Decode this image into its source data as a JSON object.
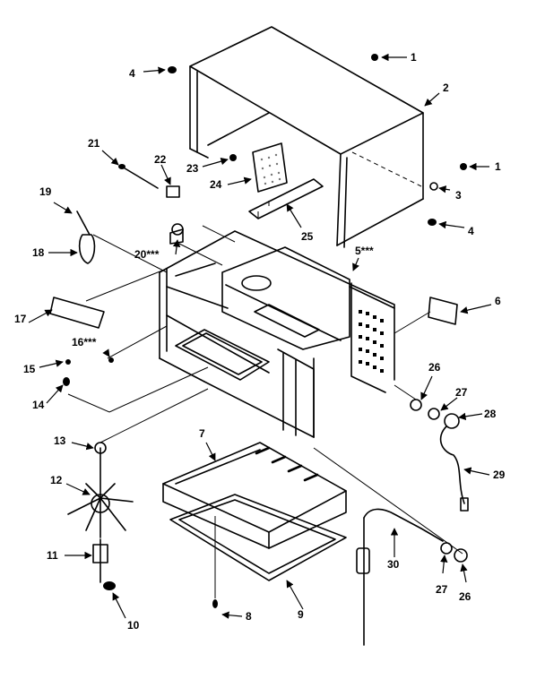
{
  "callouts": [
    {
      "id": "p1a",
      "text": "1"
    },
    {
      "id": "p1b",
      "text": "1"
    },
    {
      "id": "p2",
      "text": "2"
    },
    {
      "id": "p3",
      "text": "3"
    },
    {
      "id": "p4a",
      "text": "4"
    },
    {
      "id": "p4b",
      "text": "4"
    },
    {
      "id": "p5",
      "text": "5***"
    },
    {
      "id": "p6",
      "text": "6"
    },
    {
      "id": "p7",
      "text": "7"
    },
    {
      "id": "p8",
      "text": "8"
    },
    {
      "id": "p9",
      "text": "9"
    },
    {
      "id": "p10",
      "text": "10"
    },
    {
      "id": "p11",
      "text": "11"
    },
    {
      "id": "p12",
      "text": "12"
    },
    {
      "id": "p13",
      "text": "13"
    },
    {
      "id": "p14",
      "text": "14"
    },
    {
      "id": "p15",
      "text": "15"
    },
    {
      "id": "p16",
      "text": "16***"
    },
    {
      "id": "p17",
      "text": "17"
    },
    {
      "id": "p18",
      "text": "18"
    },
    {
      "id": "p19",
      "text": "19"
    },
    {
      "id": "p20",
      "text": "20***"
    },
    {
      "id": "p21",
      "text": "21"
    },
    {
      "id": "p22",
      "text": "22"
    },
    {
      "id": "p23",
      "text": "23"
    },
    {
      "id": "p24",
      "text": "24"
    },
    {
      "id": "p25",
      "text": "25"
    },
    {
      "id": "p26a",
      "text": "26"
    },
    {
      "id": "p26b",
      "text": "26"
    },
    {
      "id": "p27a",
      "text": "27"
    },
    {
      "id": "p27b",
      "text": "27"
    },
    {
      "id": "p28",
      "text": "28"
    },
    {
      "id": "p29",
      "text": "29"
    },
    {
      "id": "p30",
      "text": "30"
    }
  ]
}
